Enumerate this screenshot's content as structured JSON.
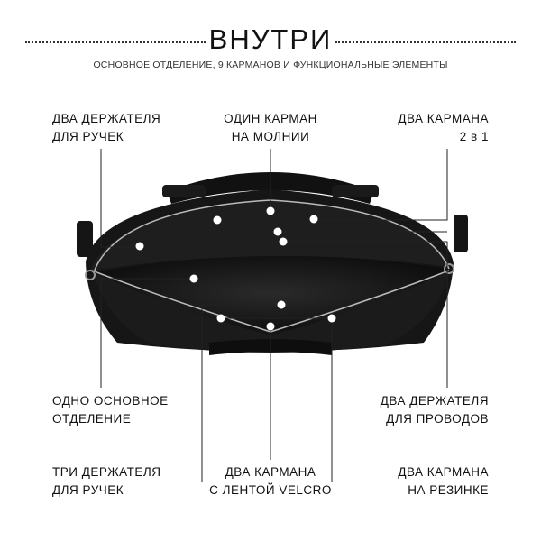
{
  "header": {
    "title": "ВНУТРИ",
    "subtitle": "ОСНОВНОЕ ОТДЕЛЕНИЕ, 9 КАРМАНОВ И ФУНКЦИОНАЛЬНЫЕ ЭЛЕМЕНТЫ"
  },
  "labels": {
    "top_left": [
      "ДВА ДЕРЖАТЕЛЯ",
      "ДЛЯ РУЧЕК"
    ],
    "top_center": [
      "ОДИН КАРМАН",
      "НА МОЛНИИ"
    ],
    "top_right": [
      "ДВА КАРМАНА",
      "2 в 1"
    ],
    "mid_left": [
      "ОДНО ОСНОВНОЕ",
      "ОТДЕЛЕНИЕ"
    ],
    "mid_right": [
      "ДВА ДЕРЖАТЕЛЯ",
      "ДЛЯ ПРОВОДОВ"
    ],
    "bottom_left": [
      "ТРИ ДЕРЖАТЕЛЯ",
      "ДЛЯ РУЧЕК"
    ],
    "bottom_center": [
      "ДВА КАРМАНА",
      "С ЛЕНТОЙ VELCRO"
    ],
    "bottom_right": [
      "ДВА КАРМАНА",
      "НА РЕЗИНКЕ"
    ]
  }
}
